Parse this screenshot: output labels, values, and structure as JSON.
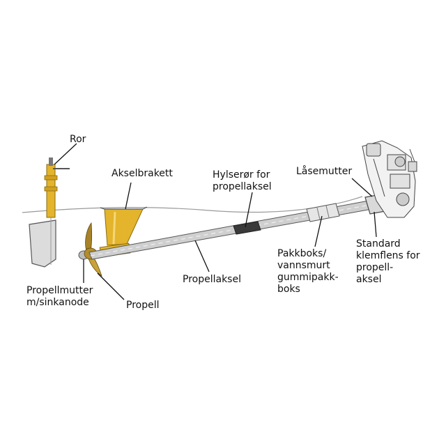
{
  "labels": {
    "ror": "Ror",
    "akselbrakett": "Akselbrakett",
    "hylseror_line1": "Hylserør for",
    "hylseror_line2": "propellaksel",
    "lasemutter": "Låsemutter",
    "pakkboks_line1": "Pakkboks/",
    "pakkboks_line2": "vannsmurt",
    "pakkboks_line3": "gummipakk-",
    "pakkboks_line4": "boks",
    "standard_line1": "Standard",
    "standard_line2": "klemflens for",
    "standard_line3": "propell-",
    "standard_line4": "aksel",
    "propellaksel": "Propellaksel",
    "propellmutter_line1": "Propellmutter",
    "propellmutter_line2": "m/sinkanode",
    "propell": "Propell"
  },
  "colors": {
    "bronze": "#e3b42c",
    "shaft": "#cfcfcf",
    "outline": "#555555",
    "dark_sleeve": "#3a3a3a"
  },
  "icons": {
    "engine": "gearbox-engine-icon"
  }
}
